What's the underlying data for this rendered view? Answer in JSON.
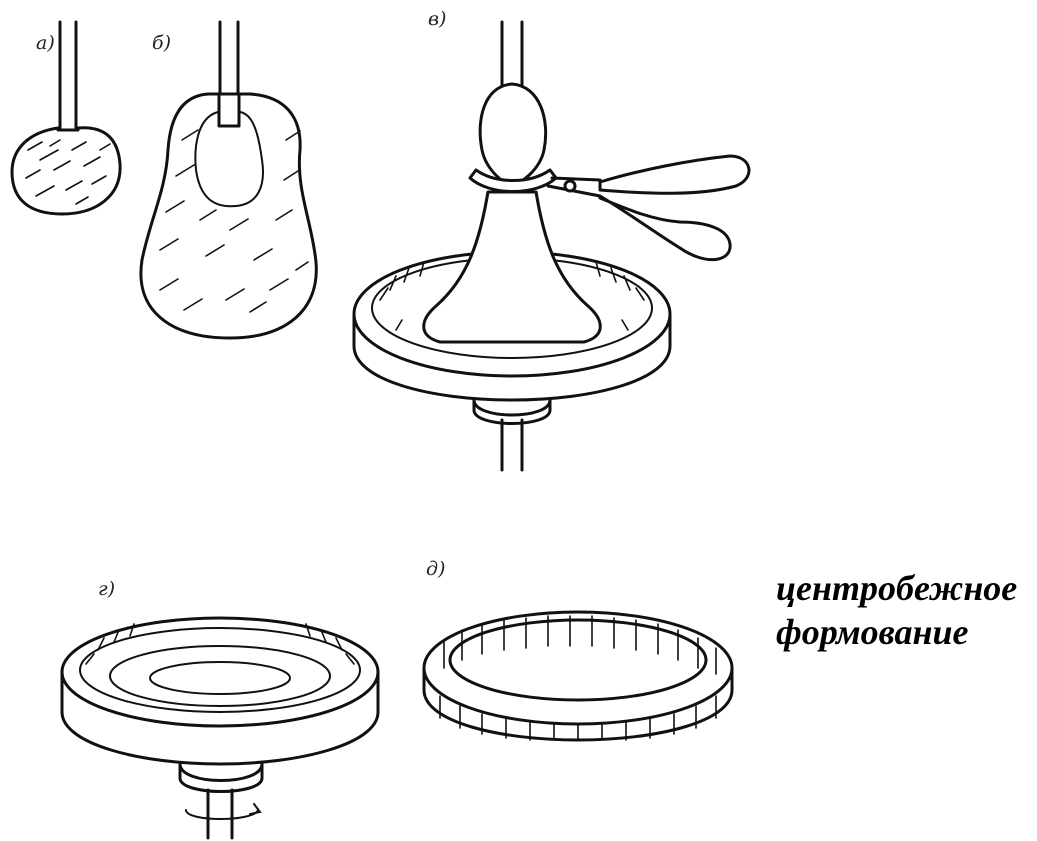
{
  "labels": {
    "a": "а)",
    "b": "б)",
    "v": "в)",
    "g": "г)",
    "d": "д)"
  },
  "caption": {
    "line1": "центробежное",
    "line2": "формование"
  },
  "colors": {
    "ink": "#111111",
    "background": "#ffffff"
  }
}
